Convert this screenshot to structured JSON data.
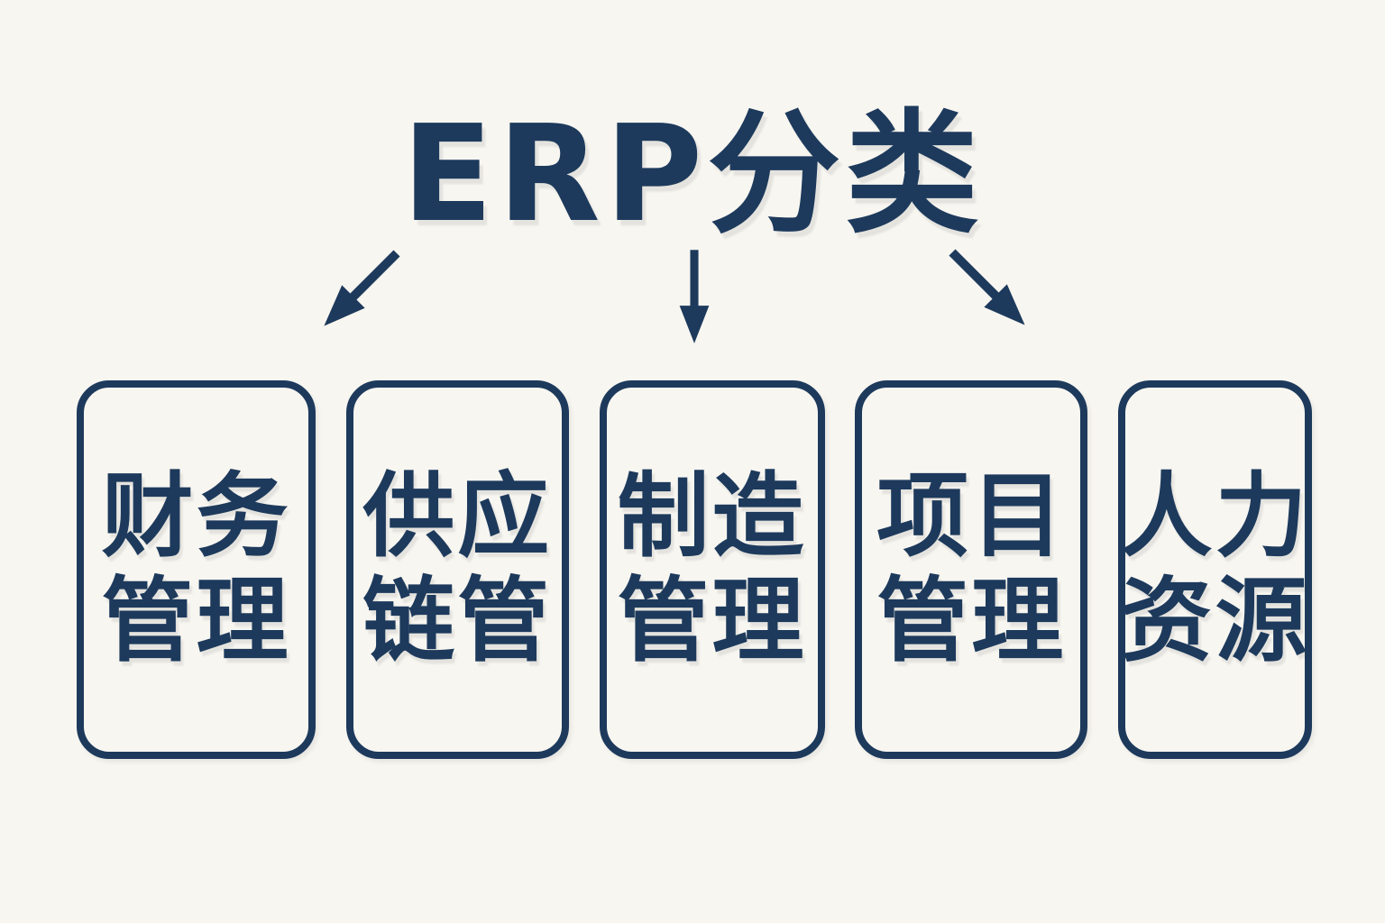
{
  "diagram": {
    "title": "ERP分类",
    "colors": {
      "ink": "#1d3a5c",
      "background": "#f8f6f1"
    },
    "arrows": [
      {
        "direction": "down-left"
      },
      {
        "direction": "down"
      },
      {
        "direction": "down-right"
      }
    ],
    "categories": [
      {
        "name": "财务管理",
        "line1": "财务",
        "line2": "管理"
      },
      {
        "name": "供应链管",
        "line1": "供应",
        "line2": "链管"
      },
      {
        "name": "制造管理",
        "line1": "制造",
        "line2": "管理"
      },
      {
        "name": "项目管理",
        "line1": "项目",
        "line2": "管理"
      },
      {
        "name": "人力资源",
        "line1": "人力",
        "line2": "资源"
      }
    ]
  }
}
